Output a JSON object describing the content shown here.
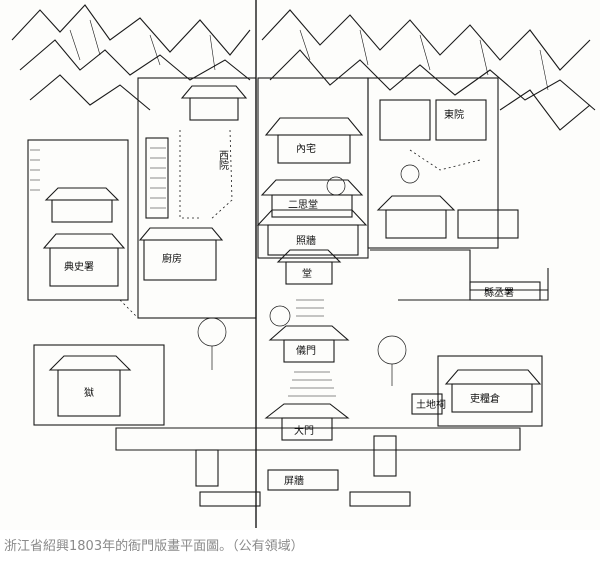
{
  "caption": "浙江省紹興1803年的衙門版畫平面圖。（公有領域）",
  "labels": {
    "neishi": "內宅",
    "xiyuan": "西院",
    "dongyuan": "東院",
    "chufang": "廚房",
    "dianshi": "典史署",
    "ersi": "二思堂",
    "zhao": "照牆",
    "yu": "獄",
    "tudi": "土地祠",
    "libang": "吏糧倉",
    "daimen": "大門",
    "pingqiang": "屏牆",
    "xiancheng": "縣丞署",
    "yimen": "儀門",
    "tang": "堂"
  },
  "colors": {
    "ink": "#1a1a1a",
    "paper": "#fdfdfb",
    "caption": "#8a8a8a"
  }
}
